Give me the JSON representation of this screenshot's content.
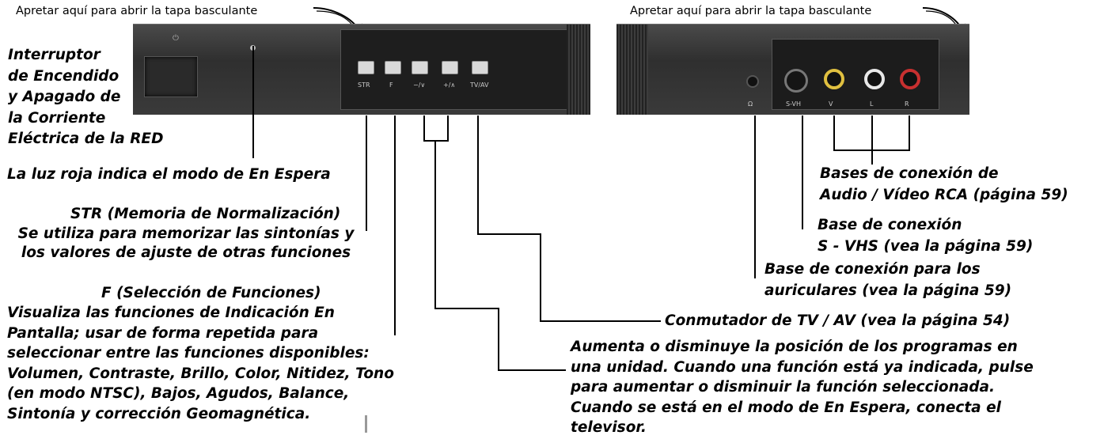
{
  "headers": {
    "left": "Apretar aquí para abrir la tapa basculante",
    "right": "Apretar aquí para abrir la tapa basculante"
  },
  "panel_left": {
    "buttons": [
      "STR",
      "F",
      "−/∨",
      "+/∧",
      "TV/AV"
    ]
  },
  "panel_right": {
    "jack_labels": [
      "Ω",
      "S-VH",
      "V",
      "L",
      "R"
    ]
  },
  "labels": {
    "power_switch": "Interruptor\nde Encendido\ny Apagado de\nla Corriente\nEléctrica de la RED",
    "standby_light": "La luz roja indica el modo de En Espera",
    "str_title": "STR (Memoria de Normalización)",
    "str_desc": "Se utiliza para memorizar las sintonías y\nlos valores de ajuste de otras funciones",
    "f_title": "F (Selección de Funciones)",
    "f_desc": "Visualiza las funciones de Indicación En\nPantalla; usar de forma repetida para\nseleccionar entre las funciones disponibles:\nVolumen, Contraste, Brillo, Color, Nitidez, Tono\n(en modo NTSC), Bajos, Agudos, Balance,\nSintonía y corrección Geomagnética.",
    "rca_jacks": "Bases de conexión de\nAudio / Vídeo RCA (página 59)",
    "svhs_jack": "Base de conexión\nS - VHS (vea la página 59)",
    "headphones_jack": "Base de conexión para los\nauriculares (vea la página 59)",
    "tv_av_switch": "Conmutador de TV / AV (vea la página 54)",
    "program_updown": "Aumenta o disminuye la posición de los programas en\nuna unidad. Cuando una función está ya indicada, pulse\npara aumentar o disminuir la función seleccionada.\nCuando se está en el modo de En Espera, conecta el\ntelevisor."
  }
}
